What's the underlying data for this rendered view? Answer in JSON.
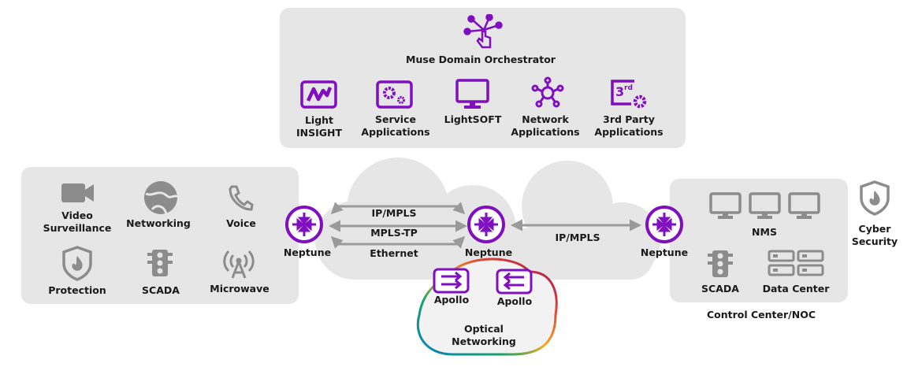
{
  "colors": {
    "accent": "#7f0fbf",
    "icon_gray": "#8c8c8c",
    "panel": "#e6e6e6",
    "arrow": "#9a9a9a"
  },
  "orchestrator": {
    "title": "Muse Domain Orchestrator",
    "icon": "hand-touch-network-icon",
    "apps": [
      {
        "line1": "Light",
        "line2": "INSIGHT",
        "icon": "waveform-chart-icon"
      },
      {
        "line1": "Service",
        "line2": "Applications",
        "icon": "gears-window-icon"
      },
      {
        "line1": "LightSOFT",
        "line2": "",
        "icon": "monitor-icon"
      },
      {
        "line1": "Network",
        "line2": "Applications",
        "icon": "network-hub-icon"
      },
      {
        "line1": "3rd Party",
        "line2": "Applications",
        "icon": "third-party-gear-icon"
      }
    ]
  },
  "access": {
    "items": [
      {
        "line1": "Video",
        "line2": "Surveillance",
        "icon": "video-camera-icon"
      },
      {
        "line1": "Networking",
        "line2": "",
        "icon": "globe-icon"
      },
      {
        "line1": "Voice",
        "line2": "",
        "icon": "phone-icon"
      },
      {
        "line1": "Protection",
        "line2": "",
        "icon": "shield-flame-icon"
      },
      {
        "line1": "SCADA",
        "line2": "",
        "icon": "traffic-light-icon"
      },
      {
        "line1": "Microwave",
        "line2": "",
        "icon": "antenna-icon"
      }
    ]
  },
  "network": {
    "nodes": [
      "Neptune",
      "Neptune",
      "Neptune"
    ],
    "links_left": [
      "IP/MPLS",
      "MPLS-TP",
      "Ethernet"
    ],
    "link_right": "IP/MPLS",
    "optical": {
      "apollo": [
        "Apollo",
        "Apollo"
      ],
      "line1": "Optical",
      "line2": "Networking"
    }
  },
  "control_center": {
    "title": "Control Center/NOC",
    "nms": "NMS",
    "scada": "SCADA",
    "data_center": "Data Center"
  },
  "cyber": {
    "line1": "Cyber",
    "line2": "Security",
    "icon": "shield-flame-icon"
  }
}
